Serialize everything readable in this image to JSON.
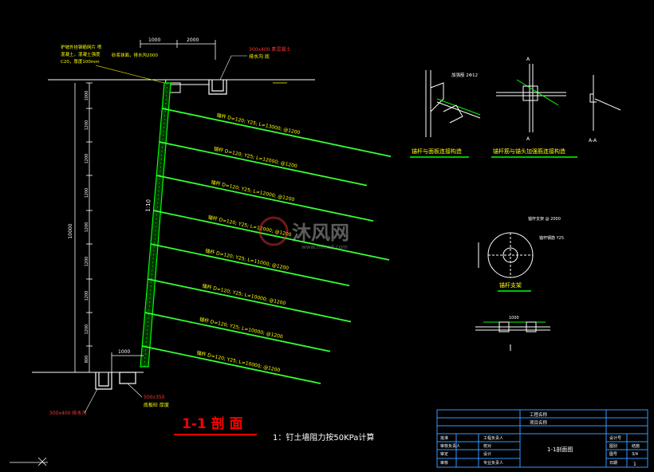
{
  "colors": {
    "background": "#000000",
    "soil_wall": "#00ff00",
    "nail": "#33ff33",
    "label_green": "#66ff00",
    "label_yellow": "#ffff00",
    "label_red": "#ff2222",
    "label_red_bright": "#ff3333",
    "dim_line": "#00cccc",
    "outline": "#ffffff",
    "blue_frame": "#3399ff",
    "title_red": "#ff0000"
  },
  "section": {
    "title": "1-1 剖 面",
    "subtitle": "1：钉土墙阻力按50KPa计算",
    "total_height": "10000",
    "slope": "1:10"
  },
  "top_labels": {
    "crest_note_line1": "护坡外挂钢筋网片 喷",
    "crest_note_line2": "混凝土，混凝土强度",
    "crest_note_line3": "C20，厚度100mm",
    "crest_note_line4": "砂浆抹面，排水沟2000",
    "crest_drain_note": "300x400 素混凝土",
    "crest_drain_note2": "排水沟 底",
    "dim_1000": "1000",
    "dim_2000": "2000"
  },
  "nails": [
    {
      "label": "锚杆 D=120; Y25; L=13000; @1200"
    },
    {
      "label": "锚杆 D=120; Y25; L=12000; @1200"
    },
    {
      "label": "锚杆 D=120; Y25; L=12000; @1200"
    },
    {
      "label": "锚杆 D=120; Y25; L=12000; @1200"
    },
    {
      "label": "锚杆 D=120; Y25; L=11000; @1200"
    },
    {
      "label": "锚杆 D=120; Y25; L=10000; @1200"
    },
    {
      "label": "锚杆 D=120; Y25; L=10000; @1200"
    },
    {
      "label": "锚杆 D=120; Y25; L=10000; @1200"
    }
  ],
  "left_dims": [
    "1000",
    "1200",
    "1200",
    "1200",
    "1200",
    "1200",
    "1200",
    "1200",
    "800"
  ],
  "bottom_labels": {
    "dim_1000": "1000",
    "toe_drain": "300x400 排水沟",
    "toe_note": "500x350",
    "toe_note2": "底板砼 厚度"
  },
  "details": {
    "detail1_title": "锚杆与面板连接构造",
    "detail1_note": "加强筋 2Φ12",
    "detail2_title": "锚杆筋与锚头加强筋连接构造",
    "detail3_label": "A-A",
    "section_a": "A",
    "support_title": "锚杆支架",
    "support_note1": "锚杆支架 @ 2000",
    "support_note2": "锚杆钢筋 Y25",
    "bottom_detail_dim": "1000"
  },
  "watermark": {
    "text": "沐风网",
    "url": "www.mfcad.com"
  },
  "title_block": {
    "project_label": "工程名称",
    "project_sub": "项目名称",
    "drawing_name": "1-1剖面图",
    "rows": [
      {
        "col1": "批准",
        "col2": "工程负责人"
      },
      {
        "col1": "审核负责人",
        "col2": "校对"
      },
      {
        "col1": "审定",
        "col2": "设计"
      },
      {
        "col1": "审核",
        "col2": "专业负责人"
      }
    ],
    "right_labels": [
      "设计号",
      "图别",
      "图号",
      "日期"
    ],
    "right_values": [
      "",
      "结施",
      "3/4",
      ""
    ],
    "sheet": "1"
  }
}
